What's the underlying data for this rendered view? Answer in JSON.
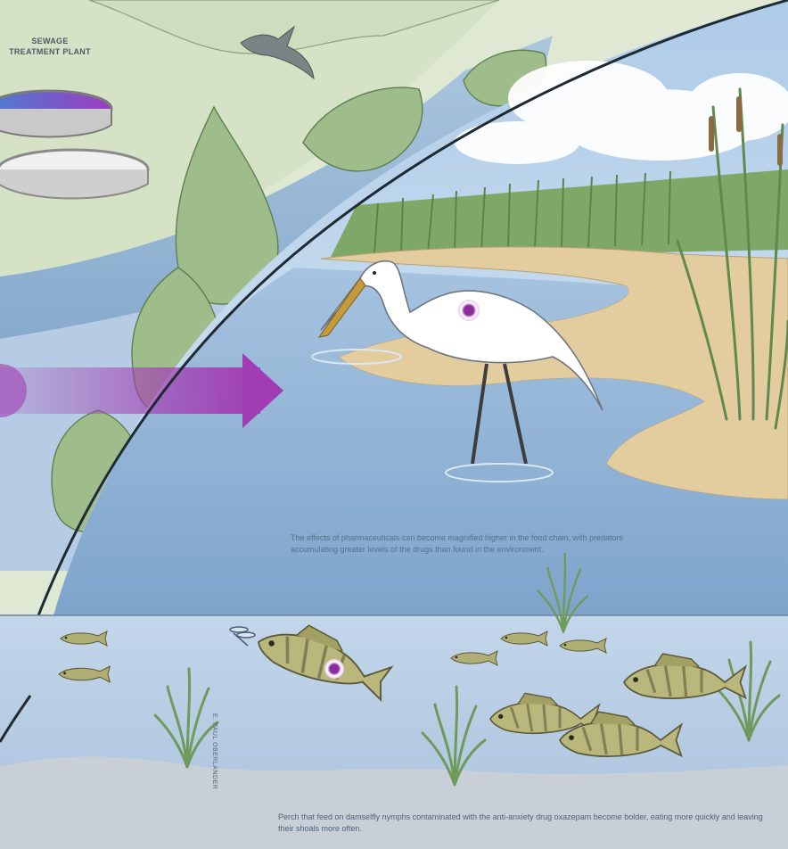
{
  "labels": {
    "plant": "SEWAGE TREATMENT PLANT",
    "heron_caption": "The effects of pharmaceuticals can become magnified higher in the food chain, with predators accumulating greater levels of the drugs than found in the environment.",
    "fish_caption": "Perch that feed on damselfly nymphs contaminated with the anti-anxiety drug oxazepam become bolder, eating more quickly and leaving their shoals more often.",
    "credit": "E. PAUL OBERLANDER"
  },
  "colors": {
    "drug_marker": "#8a2c9c",
    "arrow": "#a23cb3",
    "water": "#8fb3d6",
    "sky": "#bcd6ee",
    "sand": "#e6d2a8",
    "hill": "#dbe6cc"
  },
  "icons": [
    "heron-icon",
    "perch-fish-icon",
    "damselfly-icon",
    "bird-icon",
    "treatment-tank-icon",
    "reed-icon",
    "drug-dot-icon",
    "flow-arrow-icon"
  ]
}
